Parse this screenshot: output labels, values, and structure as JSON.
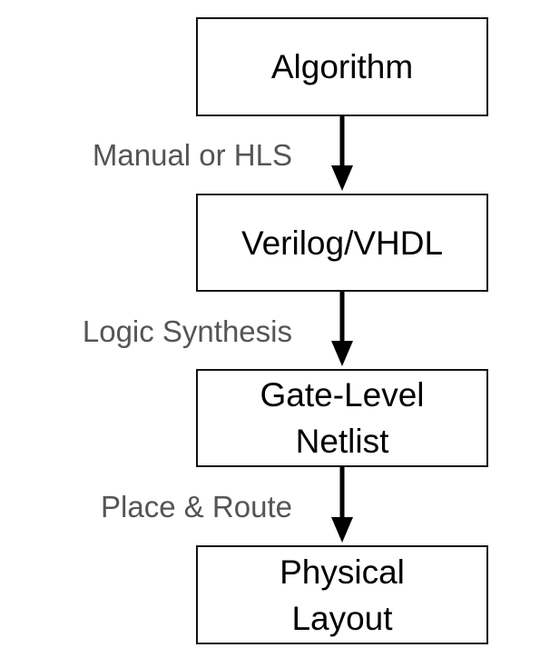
{
  "nodes": [
    {
      "lines": [
        "Algorithm"
      ]
    },
    {
      "lines": [
        "Verilog/VHDL"
      ]
    },
    {
      "lines": [
        "Gate-Level",
        "Netlist"
      ]
    },
    {
      "lines": [
        "Physical",
        "Layout"
      ]
    }
  ],
  "edges": [
    {
      "label": "Manual or HLS"
    },
    {
      "label": "Logic Synthesis"
    },
    {
      "label": "Place & Route"
    }
  ],
  "colors": {
    "box_border": "#111111",
    "node_text": "#000000",
    "edge_label_text": "#555555",
    "arrow": "#000000"
  }
}
